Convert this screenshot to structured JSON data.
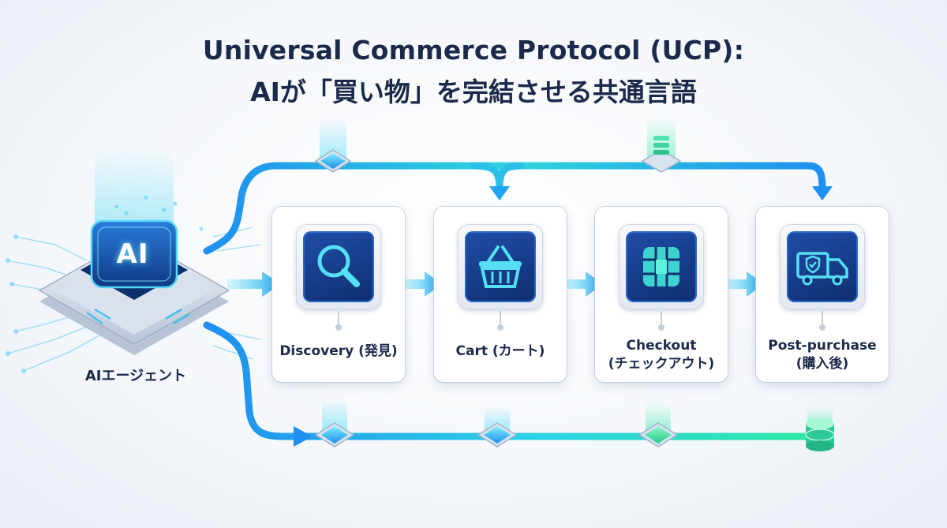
{
  "title": {
    "line1": "Universal Commerce Protocol (UCP):",
    "line2": "AIが「買い物」を完結させる共通言語"
  },
  "agent": {
    "chip_text": "AI",
    "label": "AIエージェント"
  },
  "stages": [
    {
      "label": "Discovery (発見)",
      "icon": "search-icon"
    },
    {
      "label": "Cart (カート)",
      "icon": "shopping-basket-icon"
    },
    {
      "label": "Checkout",
      "label2": "(チェックアウト)",
      "icon": "payment-card-chip-icon"
    },
    {
      "label": "Post-purchase",
      "label2": "(購入後)",
      "icon": "delivery-truck-icon"
    }
  ],
  "colors": {
    "title": "#1b2a4a",
    "flow_start": "#1f8ff0",
    "flow_end": "#2ee6a0",
    "icon_tile": "#163d8c",
    "icon_stroke": "#55e0f5"
  }
}
